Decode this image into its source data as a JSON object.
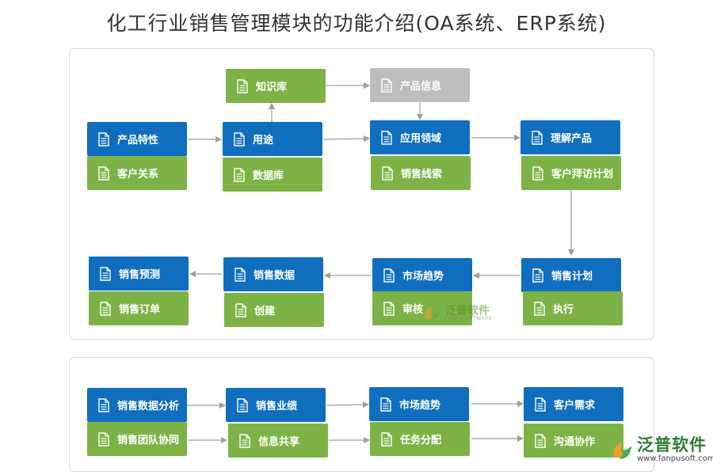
{
  "title": "化工行业销售管理模块的功能介绍(OA系统、ERP系统)",
  "icon_name": "document-icon",
  "colors": {
    "blue": "#0f6ebe",
    "green": "#7db346",
    "gray": "#bdbdbd",
    "arrow": "#9e9e9e"
  },
  "panel1": {
    "nodes": {
      "zhishiku": "知识库",
      "chanpinxinxi": "产品信息",
      "chanpintexing": "产品特性",
      "kehuguanxi": "客户关系",
      "yongtu": "用途",
      "shujuku": "数据库",
      "yingyonglingyu": "应用领域",
      "xiaoshouxiansuo": "销售线索",
      "lijiechanpin": "理解产品",
      "kehubaifangjihua": "客户拜访计划",
      "xiaoshouyuce": "销售预测",
      "xiaoshoudingdan": "销售订单",
      "xiaoshoushuju": "销售数据",
      "chuangjian": "创建",
      "shichangqushi": "市场趋势",
      "shenhe": "审核",
      "xiaoshoujihua": "销售计划",
      "zhixing": "执行"
    }
  },
  "panel2": {
    "nodes": {
      "xiaoshoushujufenxi": "销售数据分析",
      "xiaoshoutuanduixietong": "销售团队协同",
      "xiaoshouyeji": "销售业绩",
      "xinxigongxiang": "信息共享",
      "shichangqushi": "市场趋势",
      "renwufenpei": "任务分配",
      "kehuxuqiu": "客户需求",
      "goutongxiezuo": "沟通协作"
    }
  },
  "watermark": {
    "name": "泛普软件",
    "en": "FANPUSOFTWARE"
  },
  "logo": {
    "name": "泛普软件",
    "url": "www.fanpusoft.com"
  }
}
